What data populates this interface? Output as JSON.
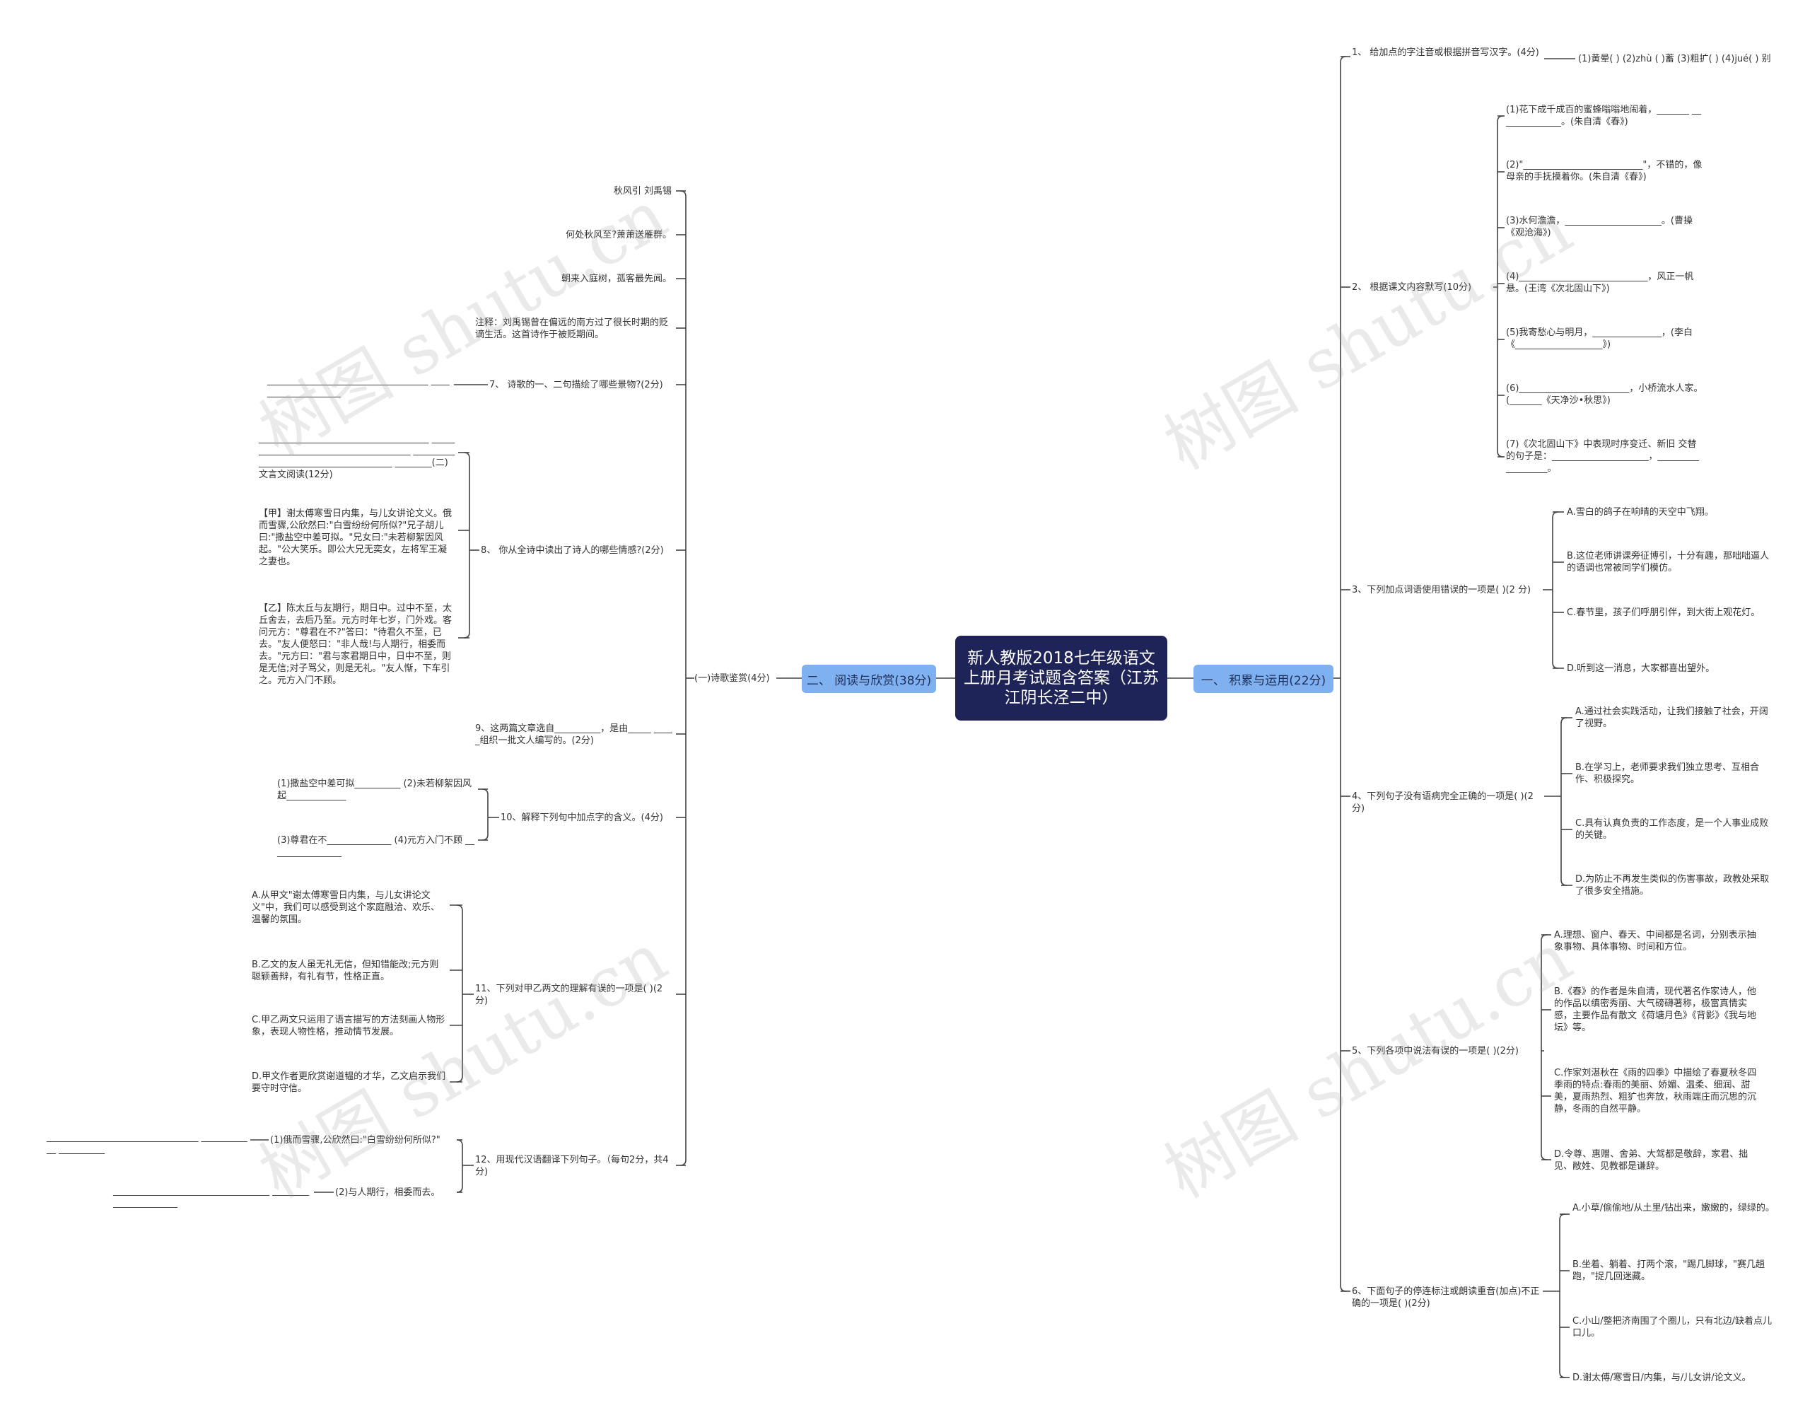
{
  "root": {
    "title": "新人教版2018七年级语文上册月考试题含答案（江苏江阴长泾二中）"
  },
  "right": {
    "branch": "一、 积累与运用(22分)",
    "q1": {
      "label": "1、 给加点的字注音或根据拼音写汉字。(4分)",
      "answer": "(1)黄晕( ) (2)zhù ( )蓄 (3)粗扩( ) (4)jué( ) 别"
    },
    "q2": {
      "label": "2、 根据课文内容默写(10分)",
      "items": [
        "(1)花下成千成百的蜜蜂嗡嗡地闹着，_______ ______________。(朱自清《春》)",
        "(2)\"__________________________\"，不错的，像母亲的手抚摸着你。(朱自清《春》)",
        "(3)水何澹澹，_____________________。(曹操《观沧海》)",
        "(4)____________________________，风正一帆悬。(王湾《次北固山下》)",
        "(5)我寄愁心与明月，_______________，(李白《___________________》)",
        "(6)________________________，小桥流水人家。(_______《天净沙•秋思》)",
        "(7)《次北固山下》中表现时序变迁、新旧 交替的句子是：_____________________，_________ _________。"
      ]
    },
    "q3": {
      "label": "3、下列加点词语使用错误的一项是( )(2 分)",
      "options": [
        "A.雪白的鸽子在响晴的天空中飞翔。",
        "B.这位老师讲课旁征博引，十分有趣，那咄咄逼人的语调也常被同学们模仿。",
        "C.春节里，孩子们呼朋引伴，到大街上观花灯。",
        "D.听到这一消息，大家都喜出望外。"
      ]
    },
    "q4": {
      "label": "4、下列句子没有语病完全正确的一项是( )(2分)",
      "options": [
        "A.通过社会实践活动，让我们接触了社会，开阔了视野。",
        "B.在学习上，老师要求我们独立思考、互相合作、积极探究。",
        "C.具有认真负责的工作态度，是一个人事业成败的关键。",
        "D.为防止不再发生类似的伤害事故，政教处采取了很多安全措施。"
      ]
    },
    "q5": {
      "label": "5、下列各项中说法有误的一项是( )(2分)",
      "options": [
        "A.理想、窗户、春天、中间都是名词，分别表示抽象事物、具体事物、时间和方位。",
        "B.《春》的作者是朱自清，现代著名作家诗人，他的作品以缜密秀丽、大气磅礴著称，极富真情实感，主要作品有散文《荷塘月色》《背影》《我与地坛》等。",
        "C.作家刘湛秋在《雨的四季》中描绘了春夏秋冬四季雨的特点:春雨的美丽、娇媚、温柔、细润、甜美，夏雨热烈、粗犷也奔放，秋雨端庄而沉思的沉静，冬雨的自然平静。",
        "D.令尊、惠赠、舍弟、大驾都是敬辞，家君、拙见、敝姓、见教都是谦辞。"
      ]
    },
    "q6": {
      "label": "6、下面句子的停连标注或朗读重音(加点)不正确的一项是( )(2分)",
      "options": [
        "A.小草/偷偷地/从土里/钻出来，嫩嫩的，绿绿的。",
        "B.坐着、躺着、打两个滚，\"踢几脚球，\"赛几趟跑，\"捉几回迷藏。",
        "C.小山/整把济南围了个圈儿，只有北边/缺着点儿口儿。",
        "D.谢太傅/寒雪日/内集，与/儿女讲/论文义。"
      ]
    }
  },
  "left": {
    "branch": "二、 阅读与欣赏(38分)",
    "sub": "(一)诗歌鉴赏(4分)",
    "poem": [
      "秋风引 刘禹锡",
      "何处秋风至?萧萧送雁群。",
      "朝来入庭树，孤客最先闻。",
      "注释：刘禹锡曾在偏远的南方过了很长时期的贬谪生活。这首诗作于被贬期间。"
    ],
    "q7": {
      "label": "7、 诗歌的一、二句描绘了哪些景物?(2分)",
      "blank": "___________________________________ ____________________"
    },
    "q8": {
      "label": "8、 你从全诗中读出了诗人的哪些情感?(2分)",
      "items": [
        "_____________________________________ ______________________________________ ______________________________________ ________(二)文言文阅读(12分)",
        "【甲】谢太傅寒雪日内集，与儿女讲论文义。俄而雪骤,公欣然曰:\"白雪纷纷何所似?\"兄子胡儿曰:\"撒盐空中差可拟。\"兄女曰:\"未若柳絮因风起。\"公大笑乐。即公大兄无奕女，左将军王凝之妻也。",
        "【乙】陈太丘与友期行，期日中。过中不至，太丘舍去，去后乃至。元方时年七岁，门外戏。客问元方：\"尊君在不?\"答曰：\"待君久不至，已去。\"友人便怒曰：\"非人哉!与人期行，相委而去。\"元方曰：\"君与家君期日中，日中不至，则是无信;对子骂父，则是无礼。\"友人惭，下车引之。元方入门不顾。"
      ]
    },
    "q9": {
      "label": "9、这两篇文章选自__________，是由_____ _____组织一批文人编写的。(2分)"
    },
    "q10": {
      "label": "10、解释下列句中加点字的含义。(4分)",
      "items": [
        "(1)撒盐空中差可拟__________ (2)未若柳絮因风起_____________",
        "(3)尊君在不______________ (4)元方入门不顾 ________________"
      ]
    },
    "q11": {
      "label": "11、下列对甲乙两文的理解有误的一项是( )(2分)",
      "options": [
        "A.从甲文\"谢太傅寒雪日内集，与儿女讲论文义\"中，我们可以感受到这个家庭融洽、欢乐、温馨的氛围。",
        "B.乙文的友人虽无礼无信，但知错能改;元方则聪颖善辩，有礼有节，性格正直。",
        "C.甲乙两文只运用了语言描写的方法刻画人物形象，表现人物性格，推动情节发展。",
        "D.甲文作者更欣赏谢道韫的才华，乙文启示我们要守时守信。"
      ]
    },
    "q12": {
      "label": "12、用现代汉语翻译下列句子。（每句2分，共4分)",
      "items": [
        {
          "text": "(1)俄而雪骤,公欣然曰:\"白雪纷纷何所似?\"",
          "blank": "_________________________________ ____________ __________"
        },
        {
          "text": "(2)与人期行，相委而去。",
          "blank": "__________________________________ ______________________"
        }
      ]
    }
  },
  "watermark": "树图 shutu.cn",
  "colors": {
    "root_bg": "#1f2458",
    "branch_bg": "#7fb0f0",
    "line": "#444444"
  }
}
